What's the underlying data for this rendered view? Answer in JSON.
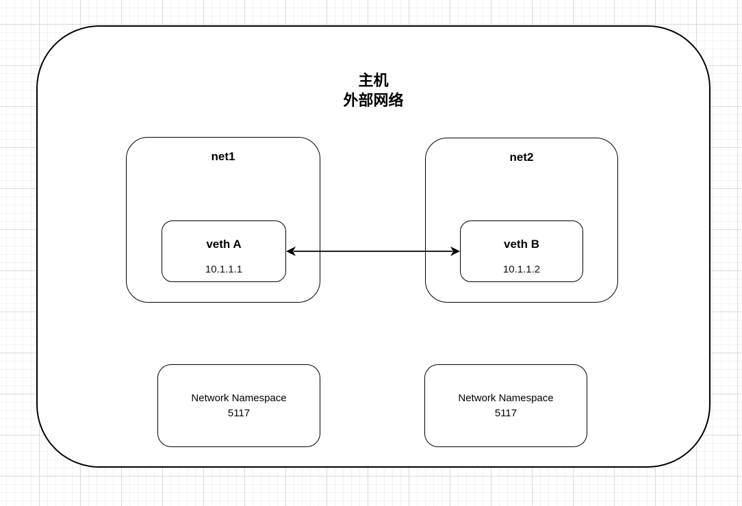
{
  "diagram": {
    "host": {
      "title_line1": "主机",
      "title_line2": "外部网络"
    },
    "net1": {
      "label": "net1",
      "veth": {
        "name": "veth A",
        "ip": "10.1.1.1"
      }
    },
    "net2": {
      "label": "net2",
      "veth": {
        "name": "veth B",
        "ip": "10.1.1.2"
      }
    },
    "link": {
      "type": "double-arrow",
      "from": "veth A",
      "to": "veth B"
    },
    "namespaces": [
      {
        "line1": "Network Namespace",
        "line2": "5117"
      },
      {
        "line1": "Network Namespace",
        "line2": "5117"
      }
    ],
    "colors": {
      "stroke": "#000000",
      "fill": "#ffffff",
      "grid_minor": "#f2f2f2",
      "grid_major": "#d9d9d9"
    }
  }
}
